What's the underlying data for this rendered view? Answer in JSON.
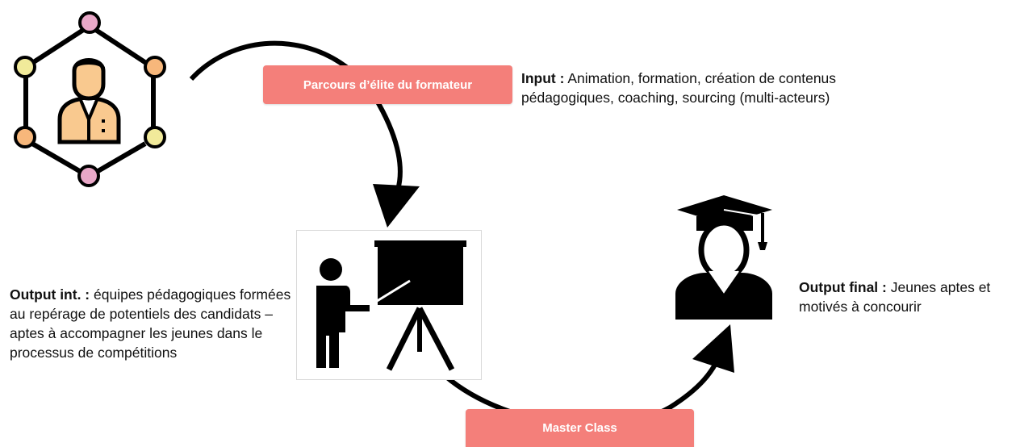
{
  "diagram": {
    "labels": {
      "parcours": "Parcours d’élite du formateur",
      "master_class": "Master Class"
    },
    "input": {
      "key": "Input :",
      "text": " Animation, formation, création de contenus pédagogiques, coaching, sourcing  (multi-acteurs)"
    },
    "output_int": {
      "key": "Output int. :",
      "text": " équipes pédagogiques formées au repérage de potentiels des candidats – aptes à accompagner les jeunes dans le processus de compétitions"
    },
    "output_final": {
      "key": "Output final :",
      "text": " Jeunes aptes et motivés à concourir"
    },
    "icons": [
      "network-person-icon",
      "teacher-board-icon",
      "graduate-icon"
    ],
    "colors": {
      "pill": "#f47f7a",
      "node_pink": "#e9a8c8",
      "node_yellow": "#f1ea9a",
      "node_orange": "#f7b77b",
      "person_fill": "#f9c98f"
    }
  }
}
